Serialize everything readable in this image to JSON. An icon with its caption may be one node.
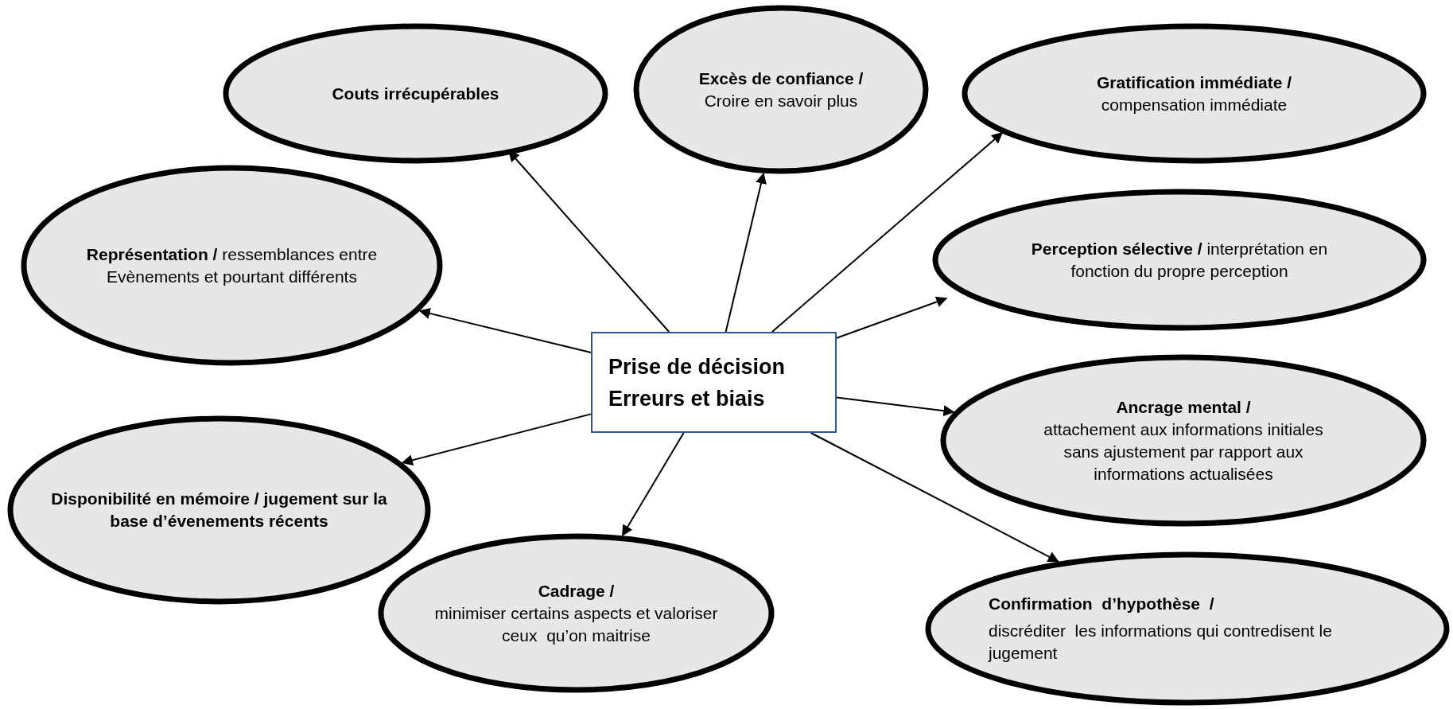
{
  "diagram": {
    "nodes": [
      {
        "text": [
          "Prise de décision Erreurs et biais"
        ]
      },
      {
        "text": [
          "Couts irrécupérables"
        ]
      },
      {
        "text": [
          "Excès de confiance /",
          "Croire en savoir plus"
        ]
      },
      {
        "text": [
          "Gratification immédiate /",
          "compensation immédiate"
        ]
      },
      {
        "text": [
          "**Représentation /** ressemblances entre Evènements et pourtant différents"
        ]
      },
      {
        "text": [
          "**Perception sélective /** interprétation en fonction du propre perception"
        ]
      },
      {
        "text": [
          "Ancrage mental /",
          "attachement aux informations initiales sans ajustement par rapport aux informations actualisées"
        ]
      },
      {
        "text": [
          "Disponibilité en mémoire / jugement sur la base d’évenements récents"
        ]
      },
      {
        "text": [
          "Cadrage /",
          "minimiser certains aspects et valoriser ceux  qu’on maitrise"
        ]
      },
      {
        "text": [
          "Confirmation  d’hypothèse  /",
          "discréditer  les informations qui contredisent le jugement"
        ]
      }
    ],
    "edges": [
      {
        "from": 0,
        "to": 1,
        "arrow": "to"
      },
      {
        "from": 0,
        "to": 2,
        "arrow": "to"
      },
      {
        "from": 0,
        "to": 3,
        "arrow": "to"
      },
      {
        "from": 0,
        "to": 4,
        "arrow": "to"
      },
      {
        "from": 0,
        "to": 5,
        "arrow": "to"
      },
      {
        "from": 0,
        "to": 6,
        "arrow": "to"
      },
      {
        "from": 0,
        "to": 7,
        "arrow": "to"
      },
      {
        "from": 0,
        "to": 8,
        "arrow": "to"
      },
      {
        "from": 0,
        "to": 9,
        "arrow": "to"
      }
    ]
  }
}
